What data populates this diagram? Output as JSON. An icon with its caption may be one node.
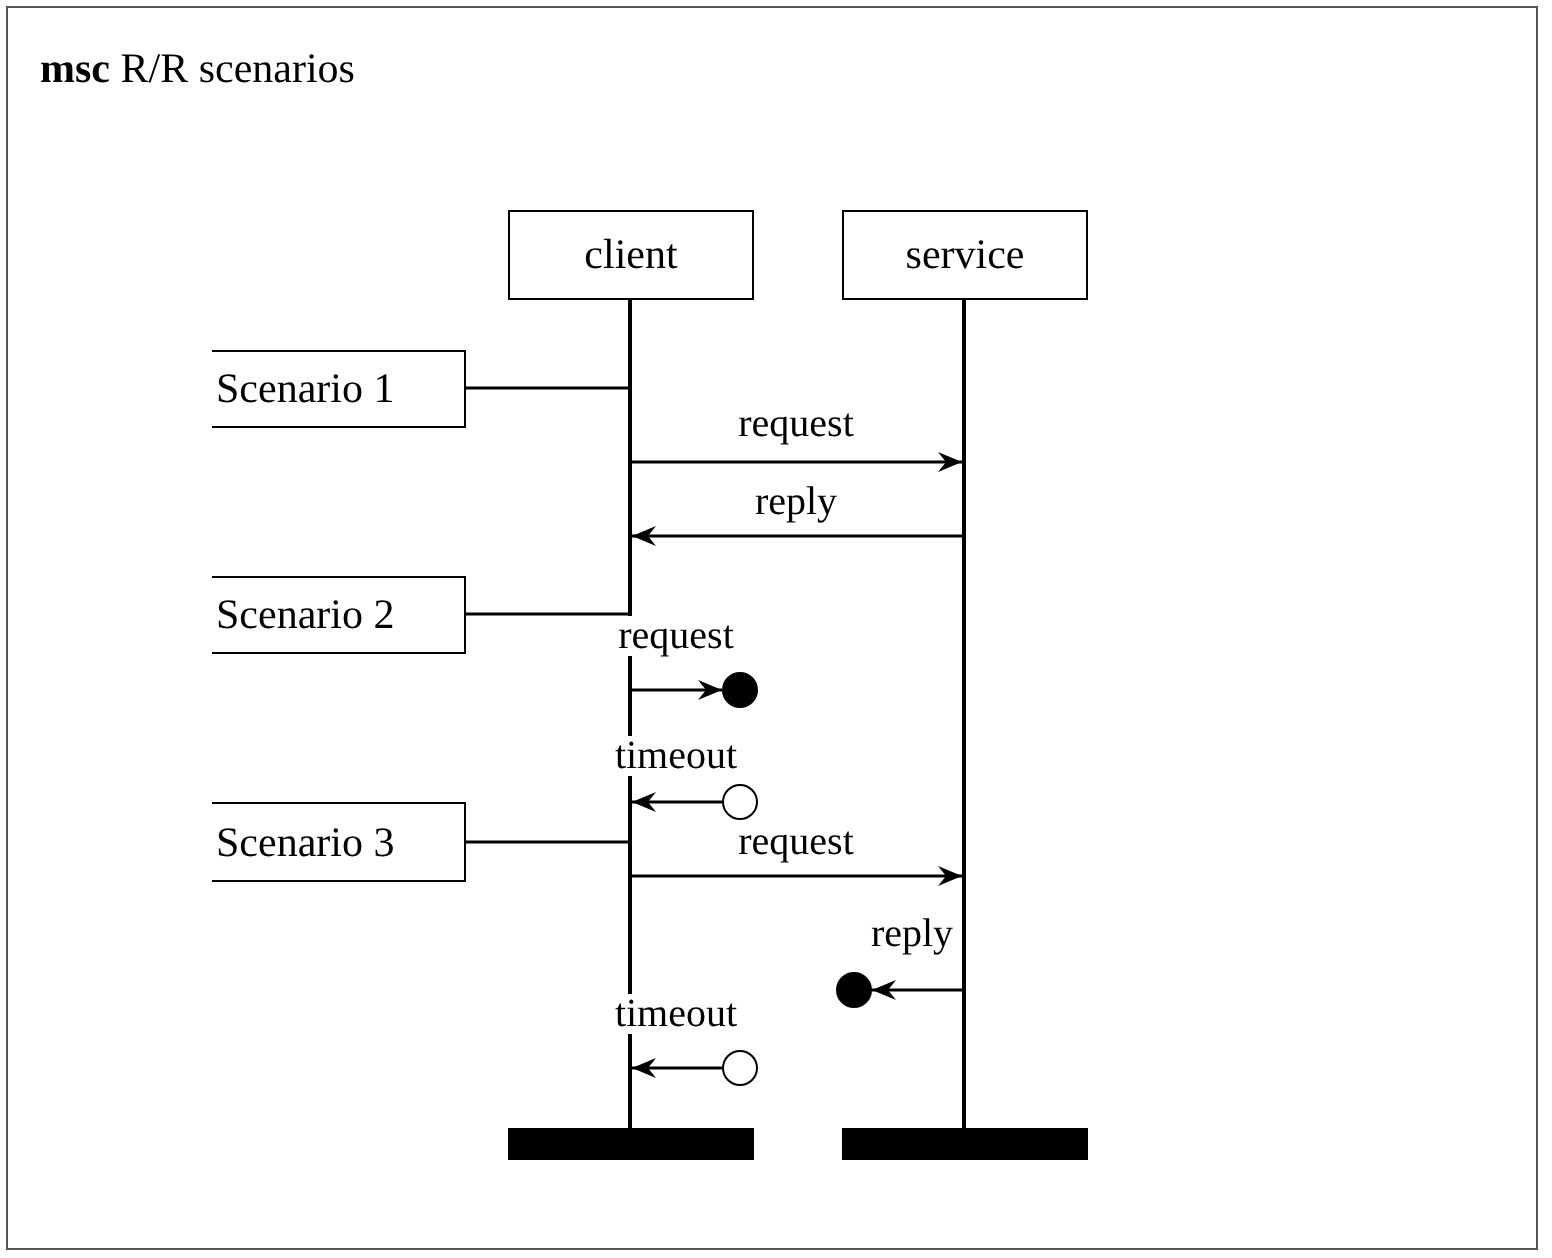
{
  "diagram": {
    "title": "**msc** R/R scenarios",
    "nodes": [
      {
        "text": [
          "client"
        ]
      },
      {
        "text": [
          "service"
        ]
      },
      {
        "text": [],
        "shape": "line"
      },
      {
        "text": [],
        "shape": "line"
      },
      {
        "text": [
          "Scenario 1"
        ]
      },
      {
        "text": [
          "Scenario 2"
        ]
      },
      {
        "text": [
          "Scenario 3"
        ]
      },
      {
        "text": [],
        "shape": "dot"
      },
      {
        "text": [],
        "shape": "circle"
      },
      {
        "text": [],
        "shape": "dot"
      },
      {
        "text": [],
        "shape": "circle"
      },
      {
        "text": [],
        "shape": "bar"
      },
      {
        "text": [],
        "shape": "bar"
      }
    ],
    "edges": [
      {
        "from": 4,
        "to": 2,
        "arrow": "none"
      },
      {
        "from": 2,
        "to": 3,
        "arrow": "to",
        "label": "request"
      },
      {
        "from": 3,
        "to": 2,
        "arrow": "to",
        "label": "reply"
      },
      {
        "from": 5,
        "to": 2,
        "arrow": "none"
      },
      {
        "from": 2,
        "to": 7,
        "arrow": "to",
        "label": "request"
      },
      {
        "from": 8,
        "to": 2,
        "arrow": "to",
        "label": "timeout"
      },
      {
        "from": 6,
        "to": 2,
        "arrow": "none"
      },
      {
        "from": 2,
        "to": 3,
        "arrow": "to",
        "label": "request"
      },
      {
        "from": 3,
        "to": 9,
        "arrow": "to",
        "label": "reply"
      },
      {
        "from": 10,
        "to": 2,
        "arrow": "to",
        "label": "timeout"
      }
    ]
  }
}
